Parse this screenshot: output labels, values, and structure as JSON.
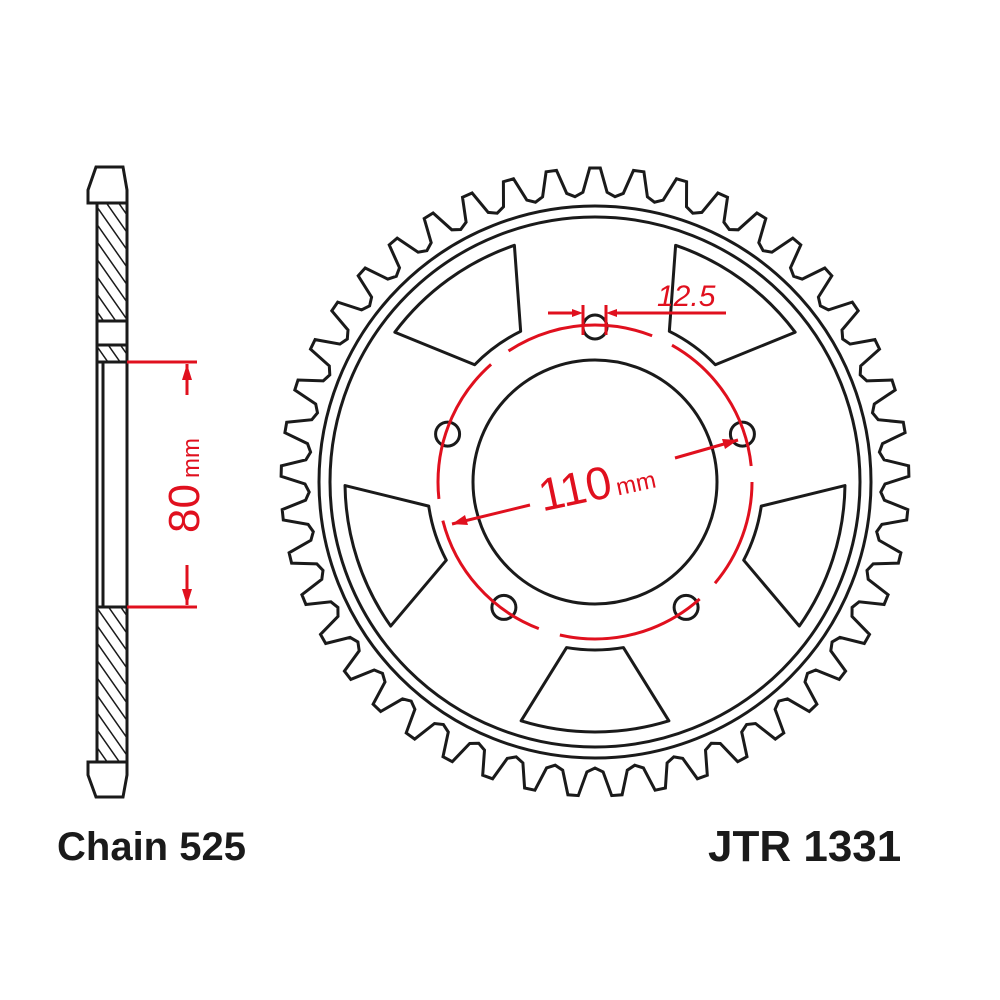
{
  "side_view": {
    "dimension_label": "80",
    "dimension_unit": "mm"
  },
  "front_view": {
    "bolt_circle_label": "110",
    "bolt_circle_unit": "mm",
    "bolt_hole_label": "12.5"
  },
  "footer": {
    "chain": "Chain 525",
    "part_number": "JTR 1331"
  },
  "colors": {
    "outline": "#1a1a1a",
    "dimension": "#e0101e"
  }
}
